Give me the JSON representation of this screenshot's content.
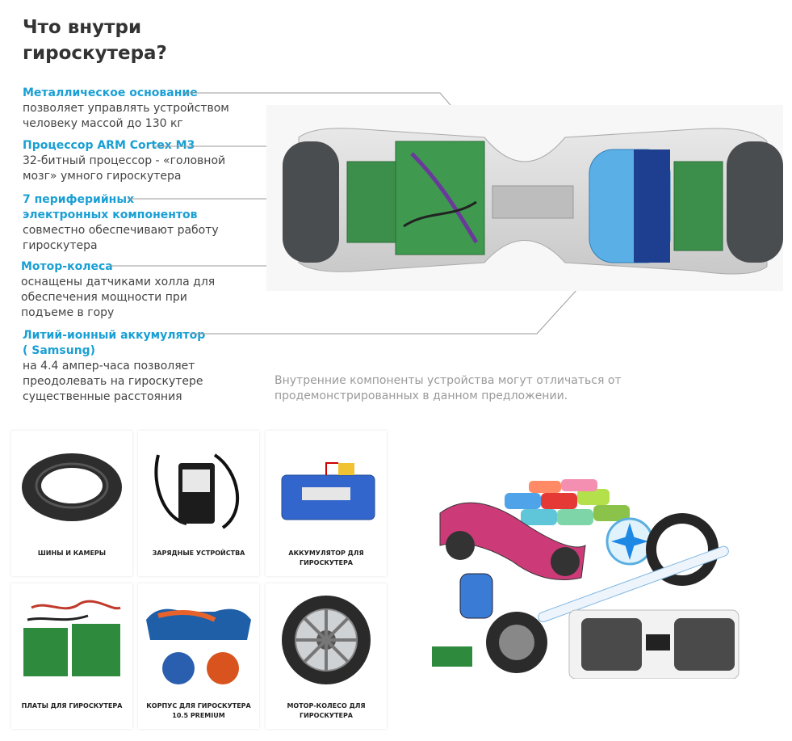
{
  "heading": {
    "line1": "Что внутри",
    "line2": "гироскутера?"
  },
  "features": [
    {
      "title": "Металлическое основание",
      "desc": "позволяет управлять устройством\nчеловеку массой до 130 кг"
    },
    {
      "title": "Процессор ARM Cortex M3",
      "desc": "32-битный процессор - «головной\nмозг» умного гироскутера"
    },
    {
      "title": "7 периферийных\nэлектронных компонентов",
      "desc": "совместно обеспечивают работу\nгироскутера"
    },
    {
      "title": "Мотор-колеса",
      "desc": "оснащены датчиками холла для\nобеспечения мощности при\nподъеме в гору"
    },
    {
      "title": "Литий-ионный аккумулятор\n( Samsung)",
      "desc": "на 4.4 ампер-часа позволяет\nпреодолевать на гироскутере\nсущественные расстояния"
    }
  ],
  "disclaimer": "Внутренние компоненты устройства могут отличаться от продемонстрированных в данном предложении.",
  "cards": [
    {
      "label": "ШИНЫ И КАМЕРЫ",
      "icon": "tire-icon"
    },
    {
      "label": "ЗАРЯДНЫЕ УСТРОЙСТВА",
      "icon": "charger-icon"
    },
    {
      "label": "АККУМУЛЯТОР ДЛЯ ГИРОСКУТЕРА",
      "icon": "battery-icon"
    },
    {
      "label": "ПЛАТЫ ДЛЯ ГИРОСКУТЕРА",
      "icon": "board-icon"
    },
    {
      "label": "КОРПУС ДЛЯ ГИРОСКУТЕРА 10.5 PREMIUM",
      "icon": "case-icon"
    },
    {
      "label": "МОТОР-КОЛЕСО ДЛЯ ГИРОСКУТЕРА",
      "icon": "motor-wheel-icon"
    }
  ],
  "colors": {
    "accent": "#1a9fd4",
    "text": "#333333",
    "muted": "#9a9a9a"
  }
}
